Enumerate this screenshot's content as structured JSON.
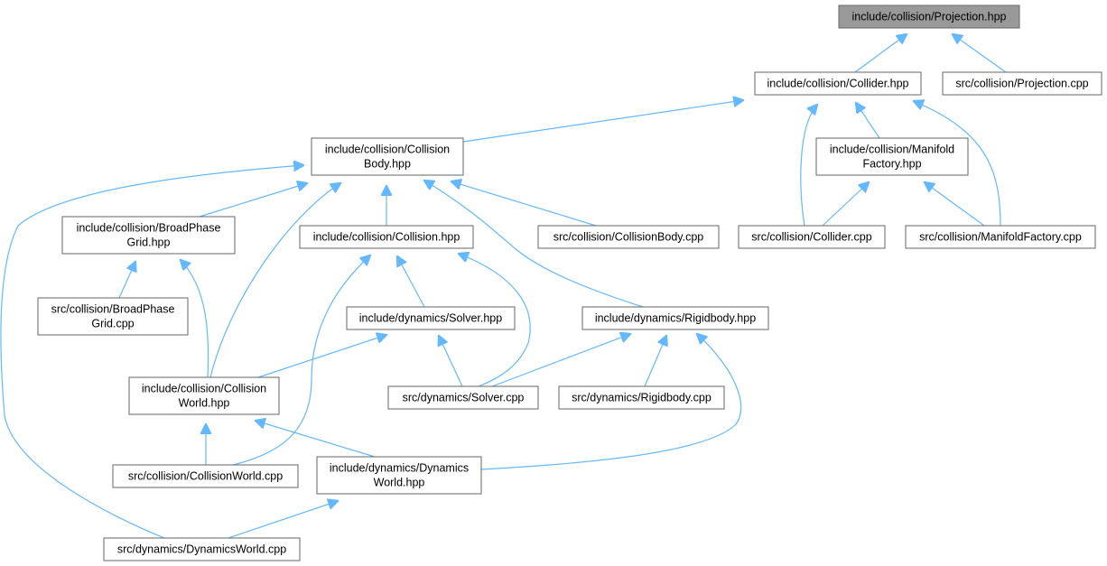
{
  "colors": {
    "edge": "#63b8ff",
    "node_border": "#666666",
    "node_fill": "#ffffff",
    "root_fill": "#999999"
  },
  "nodes": [
    {
      "id": "projection_hpp",
      "lines": [
        "include/collision/Projection.hpp"
      ],
      "root": true
    },
    {
      "id": "collider_hpp",
      "lines": [
        "include/collision/Collider.hpp"
      ]
    },
    {
      "id": "projection_cpp",
      "lines": [
        "src/collision/Projection.cpp"
      ]
    },
    {
      "id": "collisionbody_hpp",
      "lines": [
        "include/collision/Collision",
        "Body.hpp"
      ]
    },
    {
      "id": "manifoldfactory_hpp",
      "lines": [
        "include/collision/Manifold",
        "Factory.hpp"
      ]
    },
    {
      "id": "broadphasegrid_hpp",
      "lines": [
        "include/collision/BroadPhase",
        "Grid.hpp"
      ]
    },
    {
      "id": "collision_hpp",
      "lines": [
        "include/collision/Collision.hpp"
      ]
    },
    {
      "id": "collisionbody_cpp",
      "lines": [
        "src/collision/CollisionBody.cpp"
      ]
    },
    {
      "id": "collider_cpp",
      "lines": [
        "src/collision/Collider.cpp"
      ]
    },
    {
      "id": "manifoldfactory_cpp",
      "lines": [
        "src/collision/ManifoldFactory.cpp"
      ]
    },
    {
      "id": "broadphasegrid_cpp",
      "lines": [
        "src/collision/BroadPhase",
        "Grid.cpp"
      ]
    },
    {
      "id": "solver_hpp",
      "lines": [
        "include/dynamics/Solver.hpp"
      ]
    },
    {
      "id": "rigidbody_hpp",
      "lines": [
        "include/dynamics/Rigidbody.hpp"
      ]
    },
    {
      "id": "collisionworld_hpp",
      "lines": [
        "include/collision/Collision",
        "World.hpp"
      ]
    },
    {
      "id": "solver_cpp",
      "lines": [
        "src/dynamics/Solver.cpp"
      ]
    },
    {
      "id": "rigidbody_cpp",
      "lines": [
        "src/dynamics/Rigidbody.cpp"
      ]
    },
    {
      "id": "collisionworld_cpp",
      "lines": [
        "src/collision/CollisionWorld.cpp"
      ]
    },
    {
      "id": "dynamicsworld_hpp",
      "lines": [
        "include/dynamics/Dynamics",
        "World.hpp"
      ]
    },
    {
      "id": "dynamicsworld_cpp",
      "lines": [
        "src/dynamics/DynamicsWorld.cpp"
      ]
    }
  ],
  "edges": [
    {
      "from": "projection_hpp",
      "to": "collider_hpp"
    },
    {
      "from": "projection_hpp",
      "to": "projection_cpp"
    },
    {
      "from": "collider_hpp",
      "to": "collisionbody_hpp"
    },
    {
      "from": "collider_hpp",
      "to": "manifoldfactory_hpp"
    },
    {
      "from": "collider_hpp",
      "to": "collider_cpp"
    },
    {
      "from": "collider_hpp",
      "to": "manifoldfactory_cpp"
    },
    {
      "from": "collisionbody_hpp",
      "to": "broadphasegrid_hpp"
    },
    {
      "from": "collisionbody_hpp",
      "to": "collision_hpp"
    },
    {
      "from": "collisionbody_hpp",
      "to": "collisionbody_cpp"
    },
    {
      "from": "collisionbody_hpp",
      "to": "rigidbody_hpp"
    },
    {
      "from": "collisionbody_hpp",
      "to": "collisionworld_hpp"
    },
    {
      "from": "collisionbody_hpp",
      "to": "dynamicsworld_cpp"
    },
    {
      "from": "manifoldfactory_hpp",
      "to": "collider_cpp"
    },
    {
      "from": "manifoldfactory_hpp",
      "to": "manifoldfactory_cpp"
    },
    {
      "from": "broadphasegrid_hpp",
      "to": "broadphasegrid_cpp"
    },
    {
      "from": "broadphasegrid_hpp",
      "to": "collisionworld_hpp"
    },
    {
      "from": "collision_hpp",
      "to": "solver_hpp"
    },
    {
      "from": "collision_hpp",
      "to": "solver_cpp"
    },
    {
      "from": "collision_hpp",
      "to": "collisionworld_cpp"
    },
    {
      "from": "solver_hpp",
      "to": "collisionworld_hpp"
    },
    {
      "from": "solver_hpp",
      "to": "solver_cpp"
    },
    {
      "from": "rigidbody_hpp",
      "to": "solver_cpp"
    },
    {
      "from": "rigidbody_hpp",
      "to": "rigidbody_cpp"
    },
    {
      "from": "rigidbody_hpp",
      "to": "dynamicsworld_hpp"
    },
    {
      "from": "collisionworld_hpp",
      "to": "collisionworld_cpp"
    },
    {
      "from": "collisionworld_hpp",
      "to": "dynamicsworld_hpp"
    },
    {
      "from": "dynamicsworld_hpp",
      "to": "dynamicsworld_cpp"
    }
  ]
}
